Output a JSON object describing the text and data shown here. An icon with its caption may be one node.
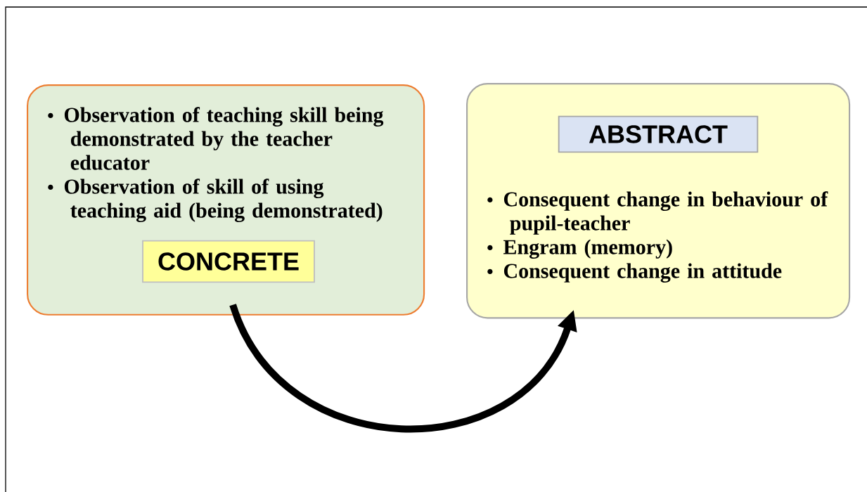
{
  "diagram": {
    "nodes": [
      {
        "text": [
          "Observation of teaching skill being demonstrated by the teacher educator",
          "Observation of skill of using teaching aid (being demonstrated)"
        ]
      },
      {
        "text": [
          "CONCRETE"
        ],
        "in": 0
      },
      {
        "text": [
          "Consequent change in behaviour of pupil-teacher",
          "Engram (memory)",
          "Consequent change in attitude"
        ]
      },
      {
        "text": [
          "ABSTRACT"
        ],
        "in": 2
      }
    ],
    "edges": [
      {
        "from": 0,
        "to": 2,
        "arrow": "to"
      }
    ]
  }
}
